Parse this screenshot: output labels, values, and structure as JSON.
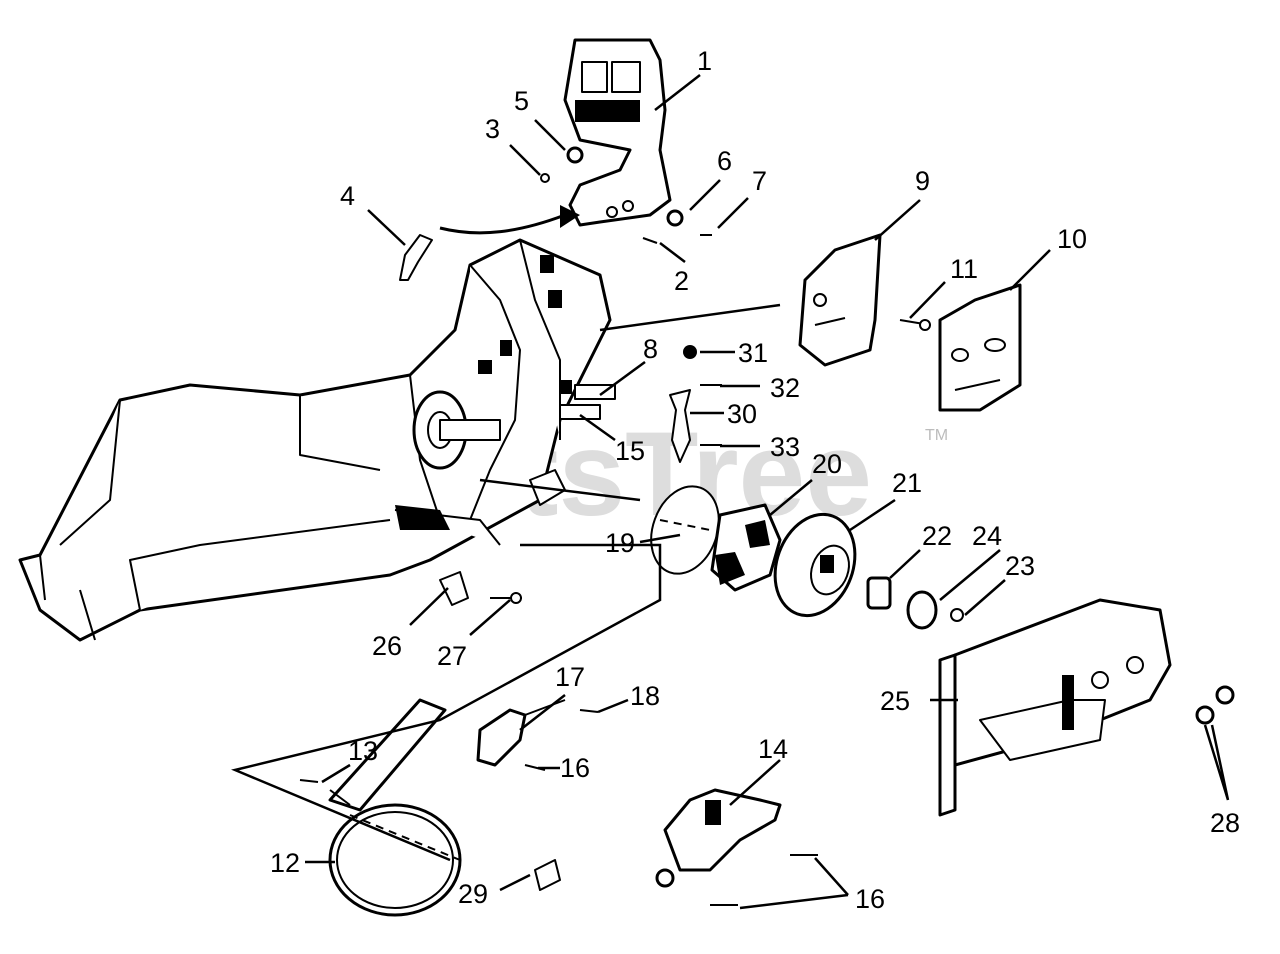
{
  "watermark": {
    "text": "PartsTree",
    "trademark": "TM"
  },
  "callouts": {
    "c1": "1",
    "c2": "2",
    "c3": "3",
    "c4": "4",
    "c5": "5",
    "c6": "6",
    "c7": "7",
    "c8": "8",
    "c9": "9",
    "c10": "10",
    "c11": "11",
    "c12": "12",
    "c13": "13",
    "c14": "14",
    "c15": "15",
    "c16a": "16",
    "c16b": "16",
    "c17": "17",
    "c18": "18",
    "c19": "19",
    "c20": "20",
    "c21": "21",
    "c22": "22",
    "c23": "23",
    "c24": "24",
    "c25": "25",
    "c26": "26",
    "c27": "27",
    "c28": "28",
    "c29": "29",
    "c30": "30",
    "c31": "31",
    "c32": "32",
    "c33": "33"
  }
}
